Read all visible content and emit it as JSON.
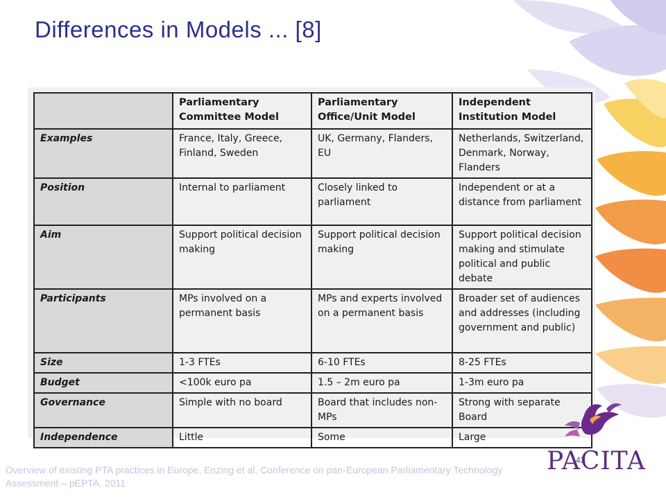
{
  "title": "Differences in Models ... [8]",
  "table": {
    "headers": [
      "",
      "Parliamentary Committee Model",
      "Parliamentary Office/Unit Model",
      "Independent Institution Model"
    ],
    "rows": [
      {
        "label": "Examples",
        "cells": [
          "France, Italy, Greece, Finland, Sweden",
          "UK, Germany, Flanders, EU",
          "Netherlands, Switzerland, Denmark, Norway, Flanders"
        ]
      },
      {
        "label": "Position",
        "cells": [
          "Internal to parliament",
          "Closely linked to parliament",
          "Independent or at a distance from parliament"
        ]
      },
      {
        "label": "Aim",
        "cells": [
          "Support political decision making",
          "Support political decision making",
          "Support political decision making and stimulate political and public debate"
        ]
      },
      {
        "label": "Participants",
        "cells": [
          "MPs involved on a permanent basis",
          "MPs and experts involved on a permanent basis",
          "Broader set of audiences and addresses (including government and public)"
        ]
      },
      {
        "label": "Size",
        "cells": [
          "1-3 FTEs",
          "6-10 FTEs",
          "8-25 FTEs"
        ]
      },
      {
        "label": "Budget",
        "cells": [
          "<100k euro pa",
          "1.5 – 2m euro pa",
          "1-3m euro pa"
        ]
      },
      {
        "label": "Governance",
        "cells": [
          "Simple with no board",
          "Board that includes non-MPs",
          "Strong with separate Board"
        ]
      },
      {
        "label": "Independence",
        "cells": [
          "Little",
          "Some",
          "Large"
        ]
      }
    ]
  },
  "footer": "Overview of existing PTA practices in Europe, Enzing et al, Conference on pan-European Parliamentary Technology Assessment – pEPTA, 2011",
  "page_number": "43",
  "logo": {
    "text": "PACITA",
    "icon": "dove-icon"
  },
  "colors": {
    "title": "#2d2f8a",
    "logo": "#5b2d83",
    "header_fill": "#d9d9d9"
  }
}
